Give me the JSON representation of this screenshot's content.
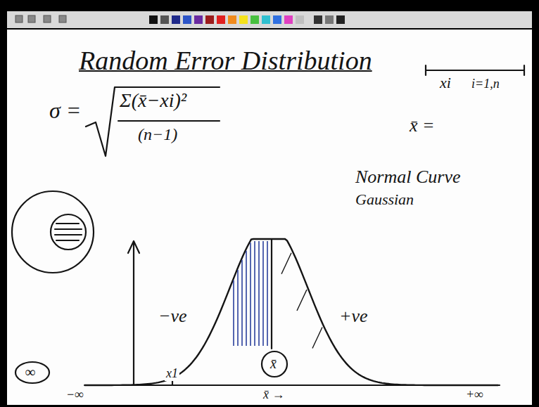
{
  "diagram": {
    "title": "Random Error Distribution",
    "labels": [
      "σ =",
      "Σ(x̄−xi)²",
      "(n−1)",
      "xi",
      "i=1,n",
      "x̄ =",
      "Normal Curve",
      "Gaussian",
      "−ve",
      "+ve",
      "−∞",
      "x1",
      "x̄",
      "x̄ →",
      "+∞",
      "∞"
    ]
  }
}
